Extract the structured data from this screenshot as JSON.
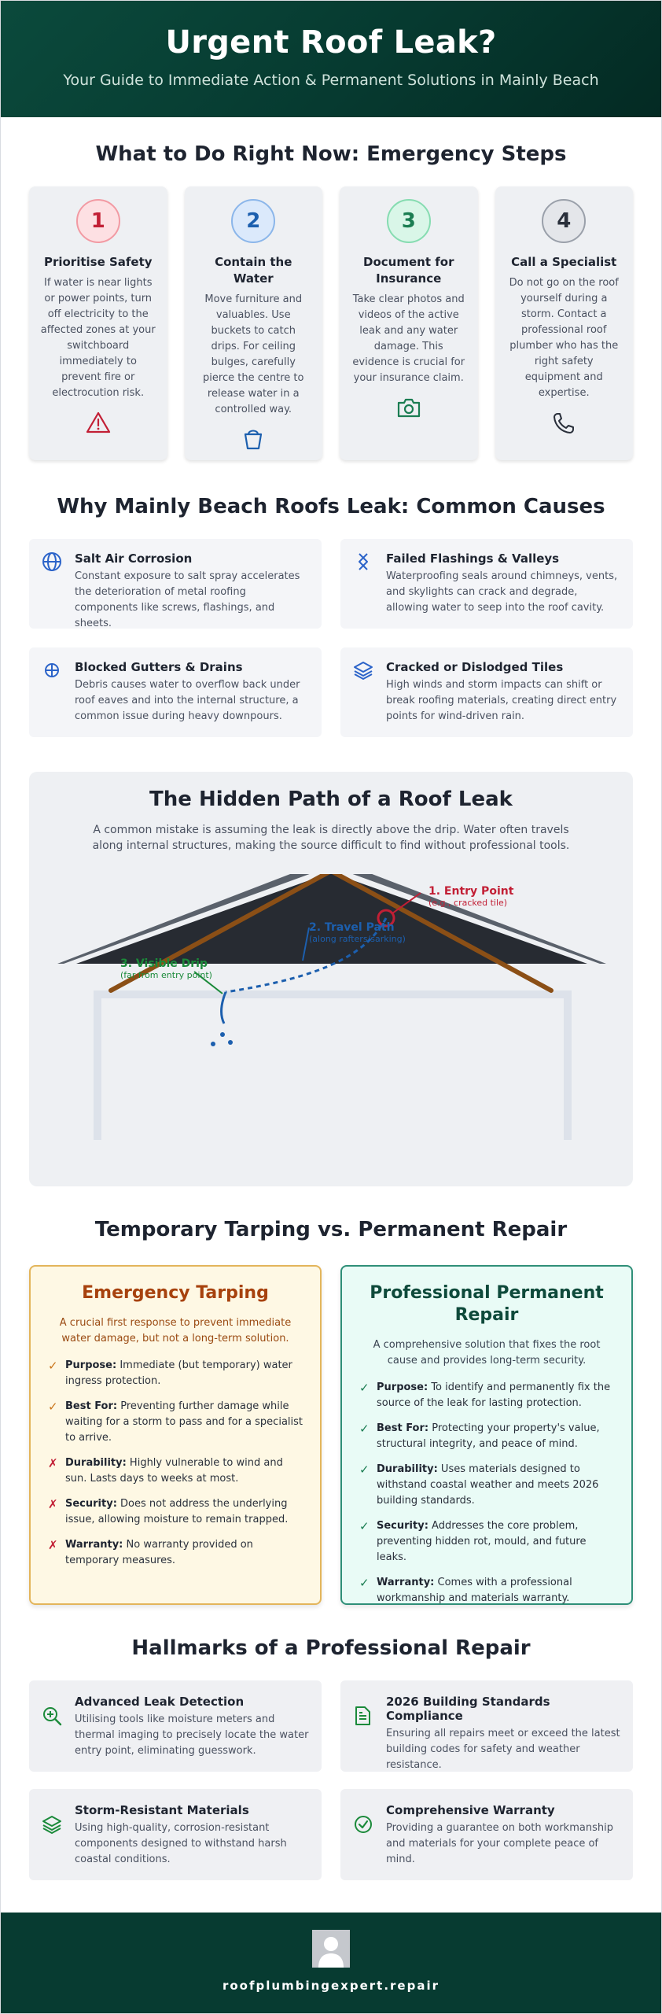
{
  "header": {
    "title": "Urgent Roof Leak?",
    "subtitle": "Your Guide to Immediate Action & Permanent Solutions in Mainly Beach"
  },
  "emergency": {
    "title": "What to Do Right Now: Emergency Steps",
    "steps": [
      {
        "num": "1",
        "title": "Prioritise Safety",
        "text": "If water is near lights or power points, turn off electricity to the affected zones at your switchboard immediately to prevent fire or electrocution risk.",
        "icon": "warning-icon"
      },
      {
        "num": "2",
        "title": "Contain the Water",
        "text": "Move furniture and valuables. Use buckets to catch drips. For ceiling bulges, carefully pierce the centre to release water in a controlled way.",
        "icon": "bucket-icon"
      },
      {
        "num": "3",
        "title": "Document for Insurance",
        "text": "Take clear photos and videos of the active leak and any water damage. This evidence is crucial for your insurance claim.",
        "icon": "camera-icon"
      },
      {
        "num": "4",
        "title": "Call a Specialist",
        "text": "Do not go on the roof yourself during a storm. Contact a professional roof plumber who has the right safety equipment and expertise.",
        "icon": "phone-icon"
      }
    ]
  },
  "causes": {
    "title": "Why Mainly Beach Roofs Leak: Common Causes",
    "items": [
      {
        "title": "Salt Air Corrosion",
        "text": "Constant exposure to salt spray accelerates the deterioration of metal roofing components like screws, flashings, and sheets.",
        "icon": "globe-icon"
      },
      {
        "title": "Failed Flashings & Valleys",
        "text": "Waterproofing seals around chimneys, vents, and skylights can crack and degrade, allowing water to seep into the roof cavity.",
        "icon": "valley-icon"
      },
      {
        "title": "Blocked Gutters & Drains",
        "text": "Debris causes water to overflow back under roof eaves and into the internal structure, a common issue during heavy downpours.",
        "icon": "drain-icon"
      },
      {
        "title": "Cracked or Dislodged Tiles",
        "text": "High winds and storm impacts can shift or break roofing materials, creating direct entry points for wind-driven rain.",
        "icon": "layers-icon"
      }
    ]
  },
  "leak_path": {
    "title": "The Hidden Path of a Roof Leak",
    "subtitle": "A common mistake is assuming the leak is directly above the drip. Water often travels along internal structures, making the source difficult to find without professional tools.",
    "entry_label": "1. Entry Point",
    "entry_sub": "(e.g., cracked tile)",
    "travel_label": "2. Travel Path",
    "travel_sub": "(along rafters/sarking)",
    "drip_label": "3. Visible Drip",
    "drip_sub": "(far from entry point)"
  },
  "compare": {
    "title": "Temporary Tarping vs. Permanent Repair",
    "temporary": {
      "title": "Emergency Tarping",
      "lead": "A crucial first response to prevent immediate water damage, but not a long-term solution.",
      "items": [
        {
          "mark": "✓",
          "kind": "good",
          "label": "Purpose:",
          "text": " Immediate (but temporary) water ingress protection."
        },
        {
          "mark": "✓",
          "kind": "good",
          "label": "Best For:",
          "text": " Preventing further damage while waiting for a storm to pass and for a specialist to arrive."
        },
        {
          "mark": "✗",
          "kind": "bad",
          "label": "Durability:",
          "text": " Highly vulnerable to wind and sun. Lasts days to weeks at most."
        },
        {
          "mark": "✗",
          "kind": "bad",
          "label": "Security:",
          "text": " Does not address the underlying issue, allowing moisture to remain trapped."
        },
        {
          "mark": "✗",
          "kind": "bad",
          "label": "Warranty:",
          "text": " No warranty provided on temporary measures."
        }
      ]
    },
    "permanent": {
      "title": "Professional Permanent Repair",
      "lead": "A comprehensive solution that fixes the root cause and provides long-term security.",
      "items": [
        {
          "mark": "✓",
          "label": "Purpose:",
          "text": " To identify and permanently fix the source of the leak for lasting protection."
        },
        {
          "mark": "✓",
          "label": "Best For:",
          "text": " Protecting your property's value, structural integrity, and peace of mind."
        },
        {
          "mark": "✓",
          "label": "Durability:",
          "text": " Uses materials designed to withstand coastal weather and meets 2026 building standards."
        },
        {
          "mark": "✓",
          "label": "Security:",
          "text": " Addresses the core problem, preventing hidden rot, mould, and future leaks."
        },
        {
          "mark": "✓",
          "label": "Warranty:",
          "text": " Comes with a professional workmanship and materials warranty."
        }
      ]
    }
  },
  "hallmarks": {
    "title": "Hallmarks of a Professional Repair",
    "items": [
      {
        "title": "Advanced Leak Detection",
        "text": "Utilising tools like moisture meters and thermal imaging to precisely locate the water entry point, eliminating guesswork.",
        "icon": "zoom-in-icon"
      },
      {
        "title": "2026 Building Standards Compliance",
        "text": "Ensuring all repairs meet or exceed the latest building codes for safety and weather resistance.",
        "icon": "document-icon"
      },
      {
        "title": "Storm-Resistant Materials",
        "text": "Using high-quality, corrosion-resistant components designed to withstand harsh coastal conditions.",
        "icon": "layers-icon"
      },
      {
        "title": "Comprehensive Warranty",
        "text": "Providing a guarantee on both workmanship and materials for your complete peace of mind.",
        "icon": "check-circle-icon"
      }
    ]
  },
  "footer": {
    "site": "roofplumbingexpert.repair"
  },
  "colors": {
    "header_bg": "#063a30",
    "safety_red": "#c21f35",
    "contain_blue": "#1c5fae",
    "document_green": "#1b7d52",
    "tarp_orange": "#a7420e",
    "repair_teal": "#0e4a3b"
  }
}
